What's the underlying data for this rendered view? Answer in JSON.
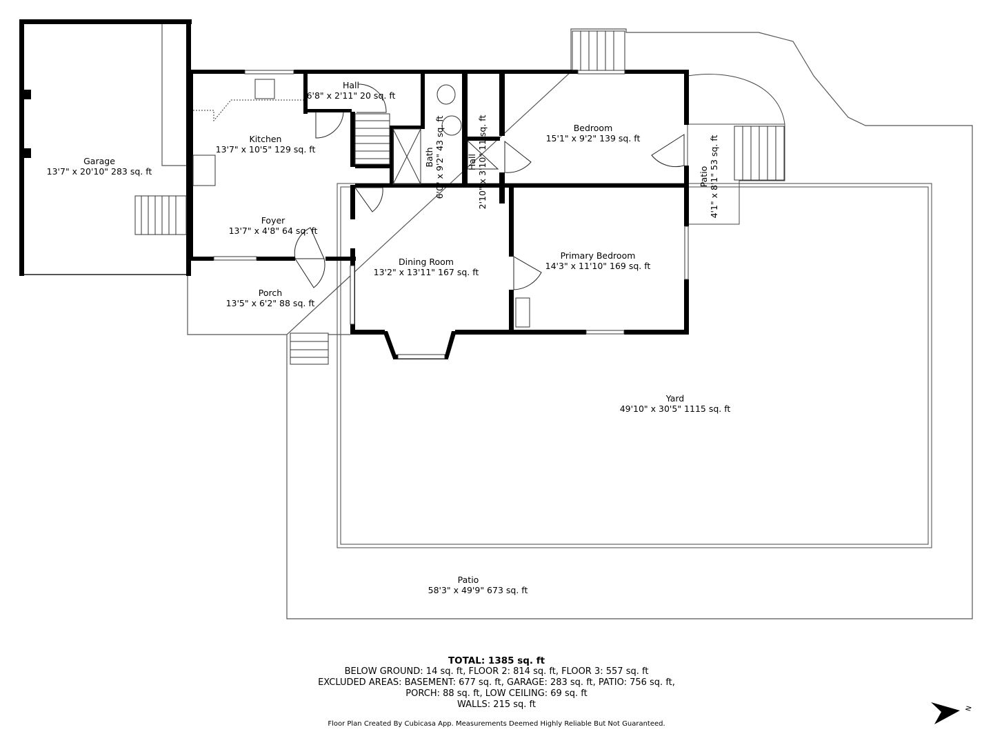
{
  "rooms": {
    "garage": {
      "name": "Garage",
      "dims": "13'7\" x 20'10\" 283 sq. ft"
    },
    "hall1": {
      "name": "Hall",
      "dims": "6'8\" x 2'11\" 20 sq. ft"
    },
    "kitchen": {
      "name": "Kitchen",
      "dims": "13'7\" x 10'5\" 129 sq. ft"
    },
    "foyer": {
      "name": "Foyer",
      "dims": "13'7\" x 4'8\" 64 sq. ft"
    },
    "bath": {
      "name": "Bath",
      "dims": "6'0\" x 9'2\" 43 sq. ft"
    },
    "hall2": {
      "name": "Hall",
      "dims": "2'10\" x 3'10\" 11 sq. ft"
    },
    "bedroom": {
      "name": "Bedroom",
      "dims": "15'1\" x 9'2\" 139 sq. ft"
    },
    "patio_small": {
      "name": "Patio",
      "dims": "4'1\" x 8'1\" 53 sq. ft"
    },
    "dining": {
      "name": "Dining Room",
      "dims": "13'2\" x 13'11\" 167 sq. ft"
    },
    "primary": {
      "name": "Primary Bedroom",
      "dims": "14'3\" x 11'10\" 169 sq. ft"
    },
    "porch": {
      "name": "Porch",
      "dims": "13'5\" x 6'2\" 88 sq. ft"
    },
    "yard": {
      "name": "Yard",
      "dims": "49'10\" x 30'5\" 1115 sq. ft"
    },
    "patio_large": {
      "name": "Patio",
      "dims": "58'3\" x 49'9\" 673 sq. ft"
    }
  },
  "summary": {
    "total": "TOTAL: 1385 sq. ft",
    "line1": "BELOW GROUND: 14 sq. ft, FLOOR 2: 814 sq. ft, FLOOR 3: 557 sq. ft",
    "line2": "EXCLUDED AREAS: BASEMENT: 677 sq. ft, GARAGE: 283 sq. ft, PATIO: 756 sq. ft,",
    "line3": "PORCH: 88 sq. ft, LOW CEILING: 69 sq. ft",
    "line4": "WALLS: 215 sq. ft"
  },
  "credit": "Floor Plan Created By Cubicasa App. Measurements Deemed Highly Reliable But Not Guaranteed.",
  "compass": {
    "icon": "north-arrow-icon",
    "label": "N"
  }
}
